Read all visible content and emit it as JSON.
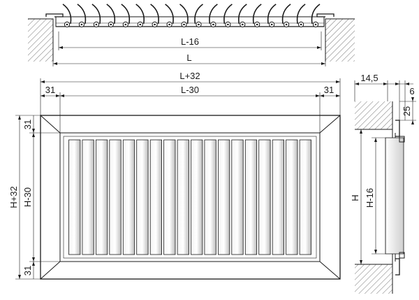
{
  "top_view": {
    "dim_inner": "L-16",
    "dim_outer": "L"
  },
  "front_view": {
    "dim_overall_width": "L+32",
    "dim_inner_width": "L-30",
    "dim_flange_left": "31",
    "dim_flange_right": "31",
    "dim_overall_height": "H+32",
    "dim_inner_height": "H-30",
    "dim_flange_top": "31",
    "dim_flange_bottom": "31",
    "blade_count": 18
  },
  "side_view": {
    "dim_depth": "14,5",
    "dim_flange": "6",
    "dim_lip": "25",
    "dim_opening": "H",
    "dim_inner": "H-16"
  }
}
